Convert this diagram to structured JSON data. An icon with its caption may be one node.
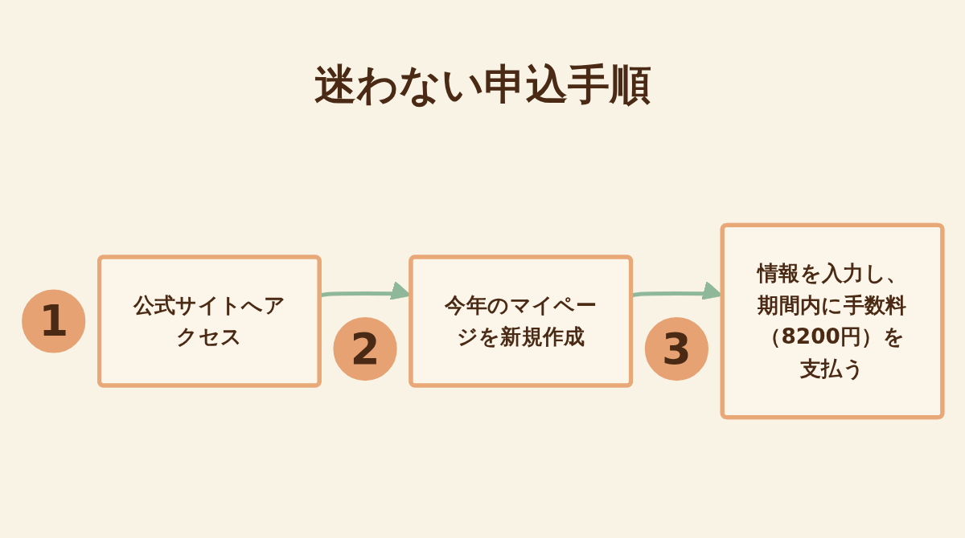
{
  "diagram": {
    "title": "迷わない申込手順",
    "nodes": [
      {
        "text": [
          "1"
        ]
      },
      {
        "text": [
          "公式サイトへアクセス"
        ]
      },
      {
        "text": [
          "2"
        ]
      },
      {
        "text": [
          "今年のマイページを新規作成"
        ]
      },
      {
        "text": [
          "3"
        ]
      },
      {
        "text": [
          "情報を入力し、期間内に手数料（8200円）を支払う"
        ]
      }
    ],
    "edges": [
      {
        "from": 1,
        "to": 3,
        "arrow": "to"
      },
      {
        "from": 3,
        "to": 5,
        "arrow": "to"
      }
    ]
  }
}
